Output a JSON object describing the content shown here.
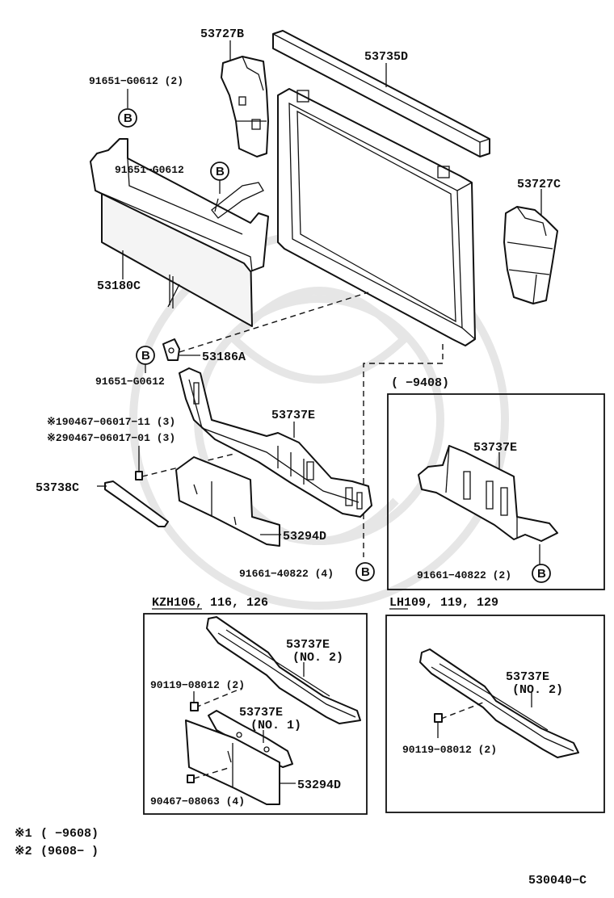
{
  "parts": {
    "p53727B": "53727B",
    "p53735D": "53735D",
    "p53727C": "53727C",
    "p53180C": "53180C",
    "p53186A": "53186A",
    "p53737E": "53737E",
    "p53738C": "53738C",
    "p53294D": "53294D",
    "bolt_g0612_2": "91651−G0612 (2)",
    "bolt_g0612": "91651−G0612",
    "bolt_g0612_b": "91651−G0612",
    "bolt_40822_4": "91661−40822 (4)",
    "bolt_40822_2": "91661−40822 (2)",
    "screw_1": "※190467−06017−11 (3)",
    "screw_2": "※290467−06017−01 (3)"
  },
  "circle_ref": "B",
  "inset_top": {
    "title": "(      −9408)",
    "part": "53737E"
  },
  "inset_kzh": {
    "title": "KZH106, 116, 126",
    "part_no2": "53737E",
    "part_no2_sub": "(NO. 2)",
    "part_no1": "53737E",
    "part_no1_sub": "(NO. 1)",
    "bolt": "90119−08012 (2)",
    "screw": "90467−08063 (4)",
    "panel": "53294D"
  },
  "inset_lh": {
    "title": "LH109, 119, 129",
    "part_no2": "53737E",
    "part_no2_sub": "(NO. 2)",
    "bolt": "90119−08012 (2)"
  },
  "footnotes": {
    "note1_mark": "※1",
    "note1_text": "(      −9608)",
    "note2_mark": "※2",
    "note2_text": "(9608−      )"
  },
  "diagram_code": "530040−C"
}
